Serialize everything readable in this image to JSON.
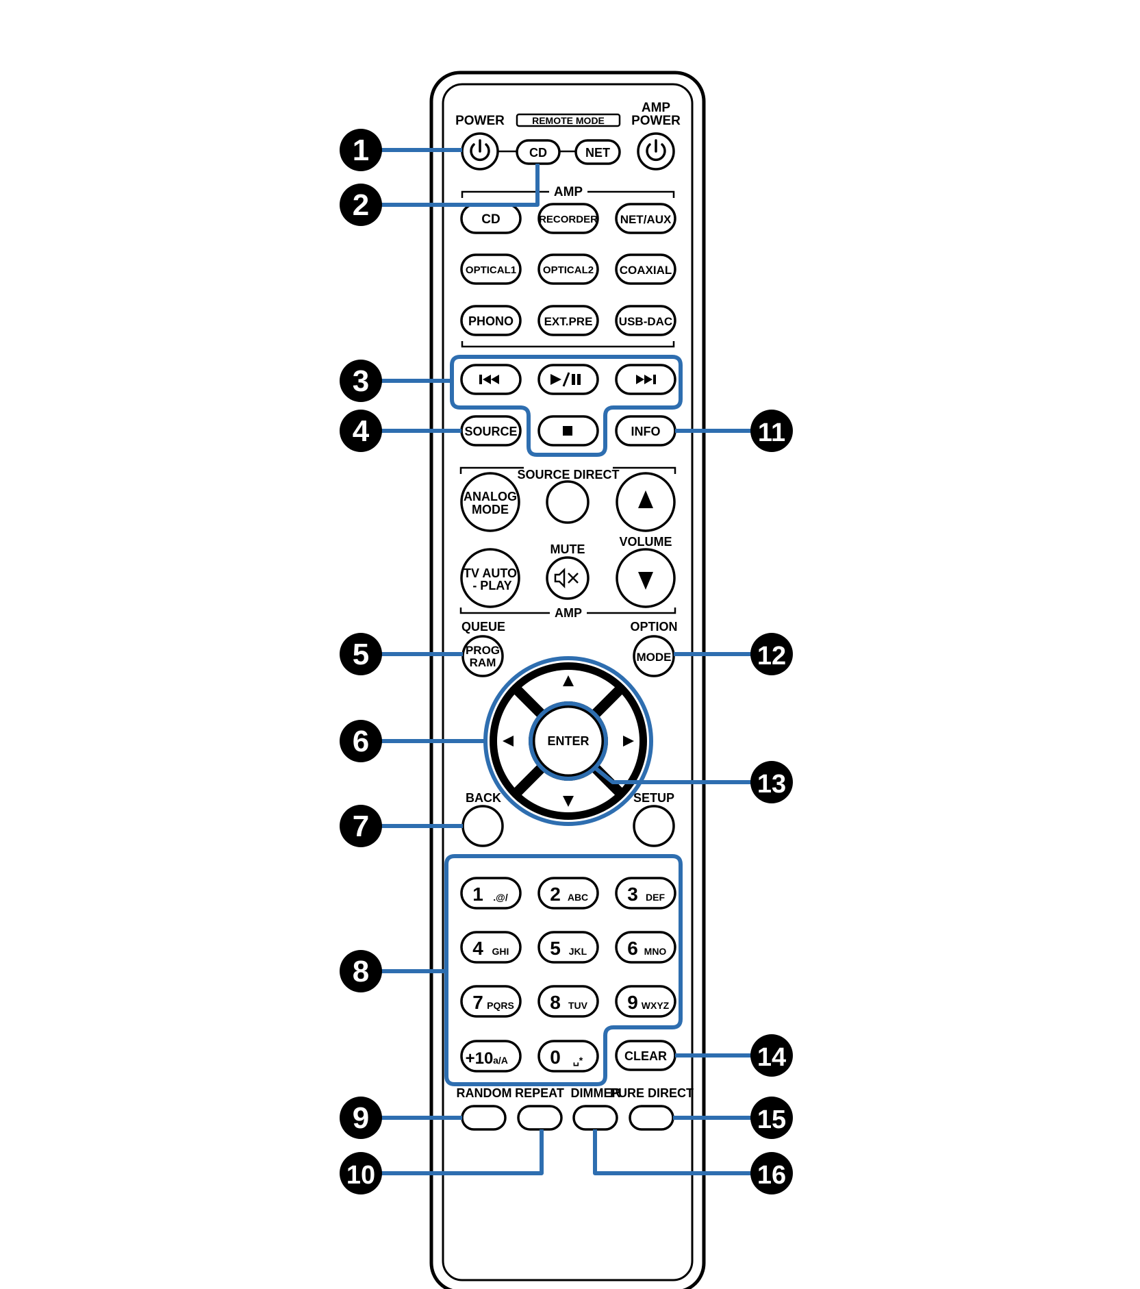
{
  "colors": {
    "callout_line": "#2e6eb0",
    "outline": "#000000",
    "fill": "#ffffff"
  },
  "labels": {
    "power": "POWER",
    "remote_mode": "REMOTE MODE",
    "amp_power_1": "AMP",
    "amp_power_2": "POWER",
    "amp_group_top": "AMP",
    "source_direct": "SOURCE DIRECT",
    "mute": "MUTE",
    "volume": "VOLUME",
    "amp_group_bottom": "AMP",
    "queue": "QUEUE",
    "option": "OPTION",
    "back": "BACK",
    "setup": "SETUP",
    "random": "RANDOM",
    "repeat": "REPEAT",
    "dimmer": "DIMMER",
    "pure_direct": "PURE DIRECT"
  },
  "buttons": {
    "remote_cd": "CD",
    "remote_net": "NET",
    "amp_cd": "CD",
    "recorder": "RECORDER",
    "net_aux": "NET/AUX",
    "optical1": "OPTICAL1",
    "optical2": "OPTICAL2",
    "coaxial": "COAXIAL",
    "phono": "PHONO",
    "ext_pre": "EXT.PRE",
    "usb_dac": "USB-DAC",
    "source": "SOURCE",
    "info": "INFO",
    "analog_mode_1": "ANALOG",
    "analog_mode_2": "MODE",
    "tv_auto_1": "TV AUTO",
    "tv_auto_2": "- PLAY",
    "program_1": "PROG",
    "program_2": "RAM",
    "mode": "MODE",
    "enter": "ENTER",
    "clear": "CLEAR"
  },
  "numpad": [
    {
      "digit": "1",
      "sub": ".@/"
    },
    {
      "digit": "2",
      "sub": "ABC"
    },
    {
      "digit": "3",
      "sub": "DEF"
    },
    {
      "digit": "4",
      "sub": "GHI"
    },
    {
      "digit": "5",
      "sub": "JKL"
    },
    {
      "digit": "6",
      "sub": "MNO"
    },
    {
      "digit": "7",
      "sub": "PQRS"
    },
    {
      "digit": "8",
      "sub": "TUV"
    },
    {
      "digit": "9",
      "sub": "WXYZ"
    },
    {
      "digit": "+10",
      "sub": "a/A"
    },
    {
      "digit": "0",
      "sub": "␣*"
    }
  ],
  "callouts": [
    "1",
    "2",
    "3",
    "4",
    "5",
    "6",
    "7",
    "8",
    "9",
    "10",
    "11",
    "12",
    "13",
    "14",
    "15",
    "16"
  ]
}
